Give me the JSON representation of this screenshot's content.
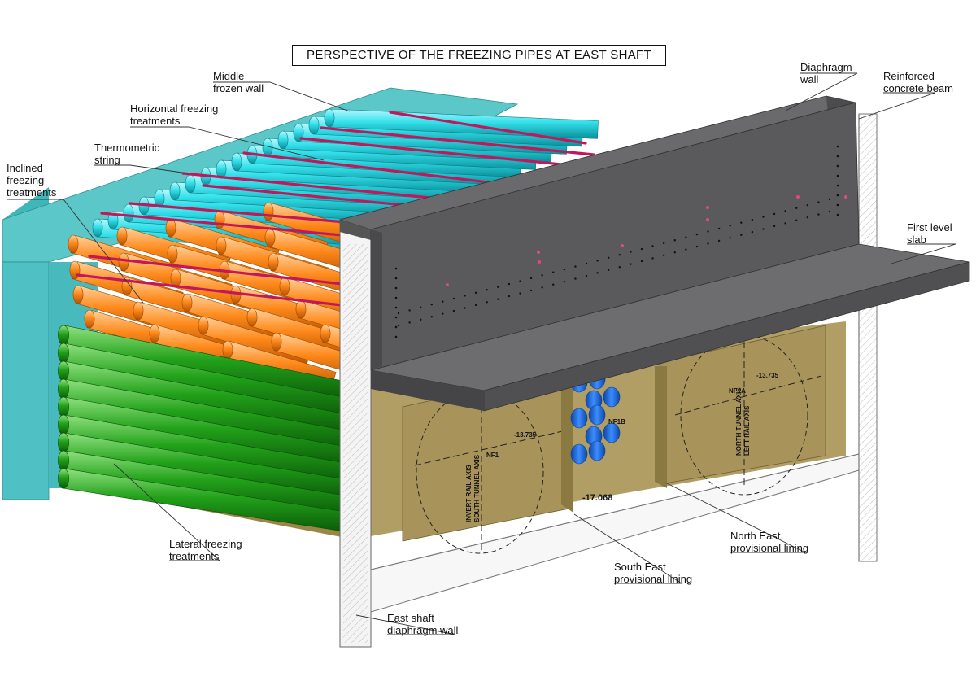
{
  "title": "PERSPECTIVE OF THE FREEZING PIPES AT EAST SHAFT",
  "labels": {
    "middle_frozen_wall": [
      "Middle",
      "frozen wall"
    ],
    "horizontal_freezing": [
      "Horizontal freezing",
      "treatments"
    ],
    "thermometric_string": [
      "Thermometric",
      "string"
    ],
    "inclined_freezing": [
      "Inclined",
      "freezing",
      "treatments"
    ],
    "lateral_freezing": [
      "Lateral freezing",
      "treatments"
    ],
    "diaphragm_wall": [
      "Diaphragm",
      "wall"
    ],
    "reinforced_beam": [
      "Reinforced",
      "concrete beam"
    ],
    "first_level_slab": [
      "First level",
      "slab"
    ],
    "north_east_lining": [
      "North East",
      "provisional lining"
    ],
    "south_east_lining": [
      "South East",
      "provisional lining"
    ],
    "east_shaft_wall": [
      "East shaft",
      "diaphragm wall"
    ]
  },
  "annotations": {
    "level_main": "-17.068",
    "level_left_tunnel": "-13.735",
    "level_right_tunnel": "-13.735",
    "south_tunnel_axis": [
      "INVERT RAIL AXIS",
      "SOUTH TUNNEL AXIS"
    ],
    "north_tunnel_axis": [
      "NORTH TUNNEL AXIS",
      "LEFT RAIL AXIS"
    ],
    "nf1": "NF1",
    "nf1a": "NF1A",
    "nf1b": "NF1B"
  },
  "colors": {
    "cyan_pipe": "#33e0ea",
    "orange_pipe": "#ff8a1c",
    "green_pipe": "#22a11a",
    "blue_pipe": "#1f6fe0",
    "block_teal": "#5cc7c9",
    "soil_tan": "#9a8748",
    "concrete_dark": "#5a5a5c",
    "thermo_rod": "#c2185b"
  }
}
